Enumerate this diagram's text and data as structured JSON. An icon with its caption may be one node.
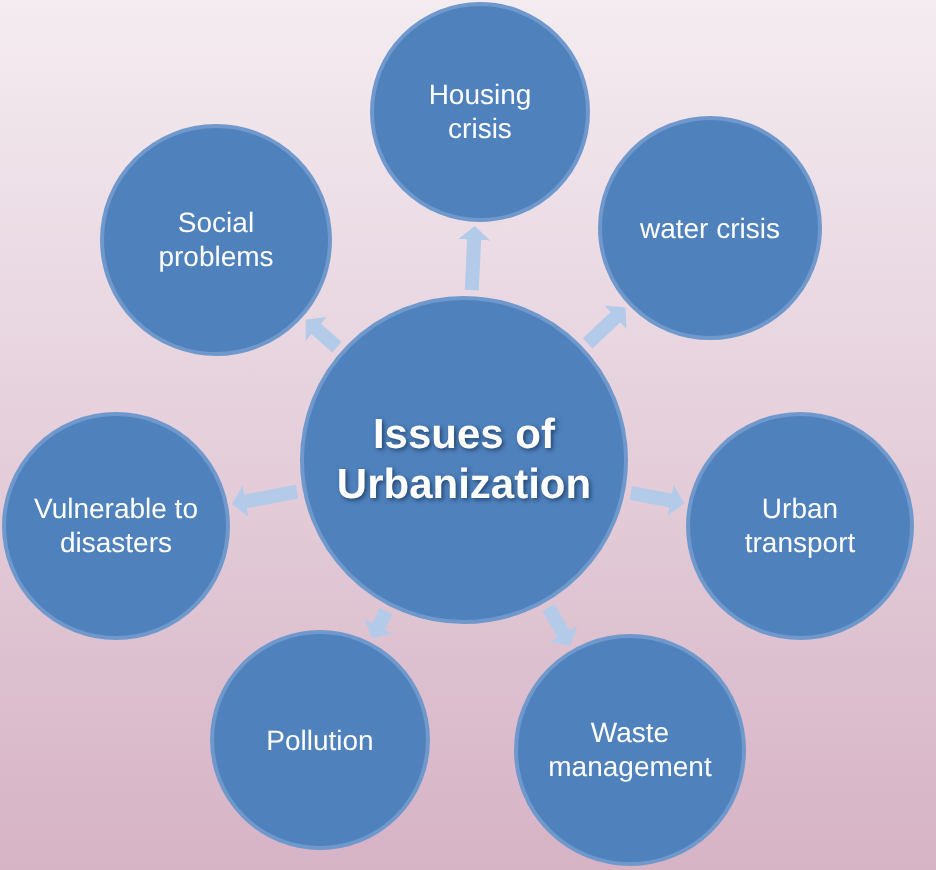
{
  "diagram": {
    "nodes": [
      {
        "text": [
          "Issues of Urbanization"
        ]
      },
      {
        "text": [
          "Housing crisis"
        ]
      },
      {
        "text": [
          "water crisis"
        ]
      },
      {
        "text": [
          "Urban transport"
        ]
      },
      {
        "text": [
          "Waste management"
        ]
      },
      {
        "text": [
          "Pollution"
        ]
      },
      {
        "text": [
          "Vulnerable to disasters"
        ]
      },
      {
        "text": [
          "Social problems"
        ]
      }
    ],
    "edges": [
      {
        "from": 0,
        "to": 1,
        "arrow": "to"
      },
      {
        "from": 0,
        "to": 2,
        "arrow": "to"
      },
      {
        "from": 0,
        "to": 3,
        "arrow": "to"
      },
      {
        "from": 0,
        "to": 4,
        "arrow": "to"
      },
      {
        "from": 0,
        "to": 5,
        "arrow": "to"
      },
      {
        "from": 0,
        "to": 6,
        "arrow": "to"
      },
      {
        "from": 0,
        "to": 7,
        "arrow": "to"
      }
    ]
  }
}
